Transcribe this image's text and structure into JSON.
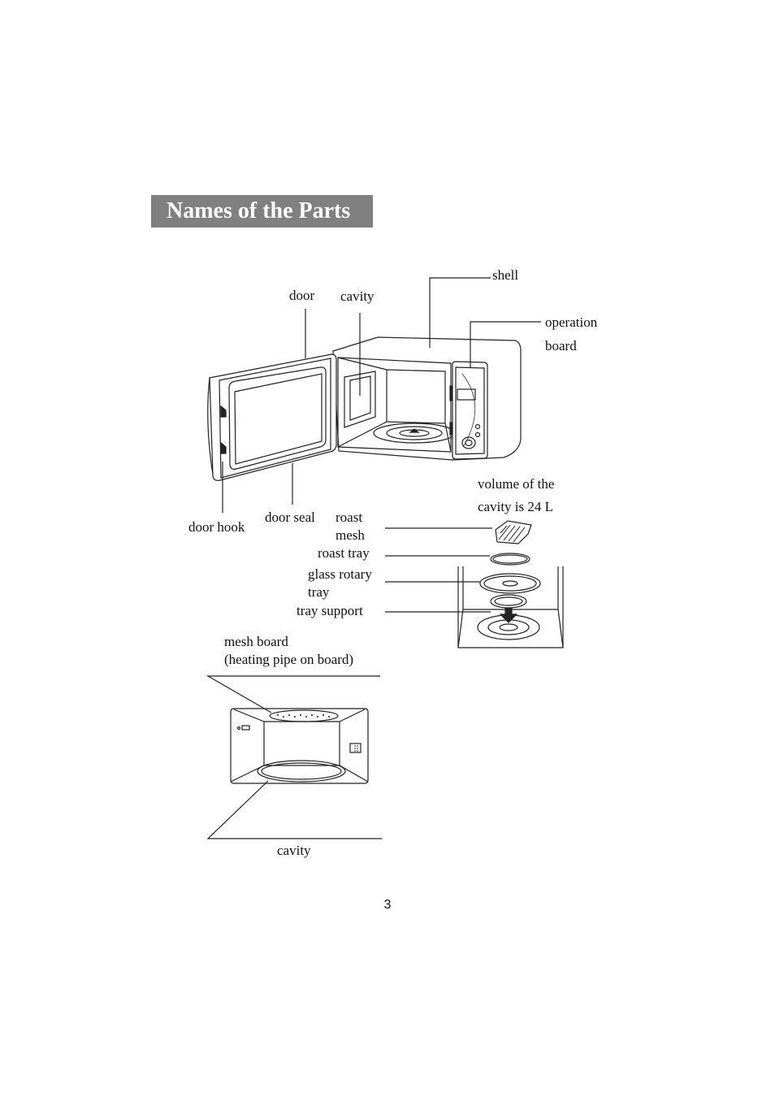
{
  "page_title": "Names of the Parts",
  "page_number": "3",
  "labels": {
    "shell": "shell",
    "door": "door",
    "cavity_top": "cavity",
    "operation_board_1": "operation",
    "operation_board_2": "board",
    "volume_1": "volume of the",
    "volume_2": "cavity is 24 L",
    "door_hook": "door hook",
    "door_seal": "door seal",
    "roast_mesh_1": "roast",
    "roast_mesh_2": "mesh",
    "roast_tray": "roast tray",
    "glass_rotary_tray_1": "glass rotary",
    "glass_rotary_tray_2": "tray",
    "tray_support": "tray support",
    "mesh_board_1": "mesh board",
    "mesh_board_2": "(heating pipe on board)",
    "cavity_bottom": "cavity"
  }
}
